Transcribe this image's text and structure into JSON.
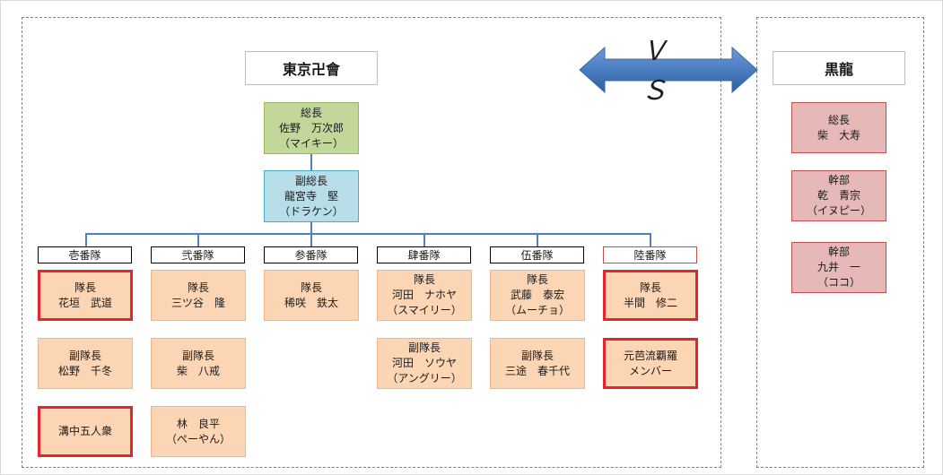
{
  "toman": {
    "title": "東京卍會",
    "president": [
      "総長",
      "佐野　万次郎",
      "（マイキー）"
    ],
    "vice_president": [
      "副総長",
      "龍宮寺　堅",
      "（ドラケン）"
    ],
    "divisions": [
      {
        "header": "壱番隊",
        "members": [
          {
            "lines": [
              "隊長",
              "花垣　武道"
            ],
            "highlight": true
          },
          {
            "lines": [
              "副隊長",
              "松野　千冬"
            ],
            "highlight": false
          },
          {
            "lines": [
              "溝中五人衆"
            ],
            "highlight": true
          }
        ]
      },
      {
        "header": "弐番隊",
        "members": [
          {
            "lines": [
              "隊長",
              "三ツ谷　隆"
            ],
            "highlight": false
          },
          {
            "lines": [
              "副隊長",
              "柴　八戒"
            ],
            "highlight": false
          },
          {
            "lines": [
              "林　良平",
              "（ぺーやん）"
            ],
            "highlight": false
          }
        ]
      },
      {
        "header": "参番隊",
        "members": [
          {
            "lines": [
              "隊長",
              "稀咲　鉄太"
            ],
            "highlight": false
          }
        ]
      },
      {
        "header": "肆番隊",
        "members": [
          {
            "lines": [
              "隊長",
              "河田　ナホヤ",
              "（スマイリー）"
            ],
            "highlight": false
          },
          {
            "lines": [
              "副隊長",
              "河田　ソウヤ",
              "（アングリー）"
            ],
            "highlight": false
          }
        ]
      },
      {
        "header": "伍番隊",
        "members": [
          {
            "lines": [
              "隊長",
              "武藤　泰宏",
              "（ムーチョ）"
            ],
            "highlight": false
          },
          {
            "lines": [
              "副隊長",
              "三途　春千代"
            ],
            "highlight": false
          }
        ]
      },
      {
        "header": "陸番隊",
        "header_red": true,
        "members": [
          {
            "lines": [
              "隊長",
              "半間　修二"
            ],
            "highlight": true
          },
          {
            "lines": [
              "元芭流覇羅",
              "メンバー"
            ],
            "highlight": true
          }
        ]
      }
    ]
  },
  "vs_text": "ＶＳ",
  "kokuryu": {
    "title": "黒龍",
    "members": [
      [
        "総長",
        "柴　大寿"
      ],
      [
        "幹部",
        "乾　青宗",
        "（イヌピー）"
      ],
      [
        "幹部",
        "九井　一",
        "（ココ）"
      ]
    ]
  },
  "colors": {
    "president": "#c4d79b",
    "vice_president": "#b7dde8",
    "member": "#fcd5b4",
    "highlight_border": "#e3262c",
    "rival": "#e6b9b8",
    "connector": "#4f81bd",
    "arrow": "#4f81bd"
  }
}
